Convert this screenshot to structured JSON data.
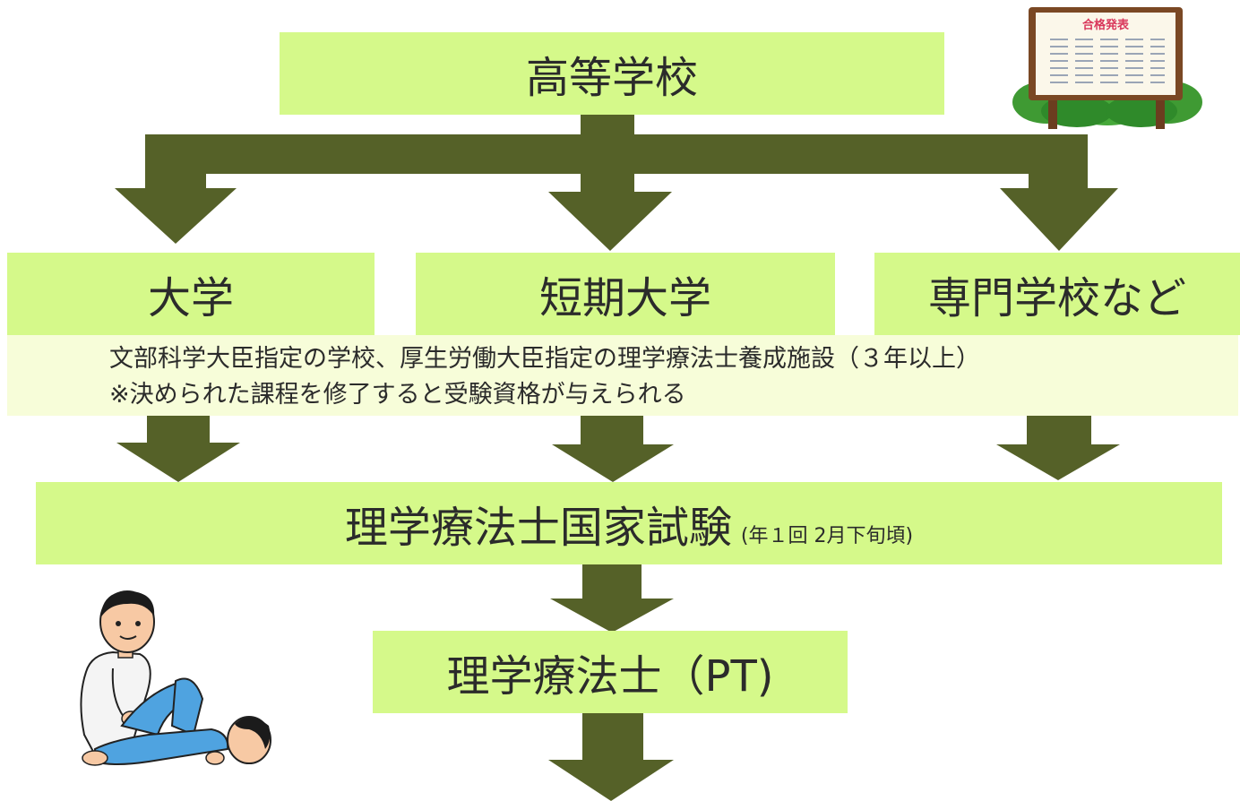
{
  "colors": {
    "box_fill": "#d5f98a",
    "note_fill": "#f7fdd9",
    "arrow": "#556128",
    "text": "#2b2b2b"
  },
  "boxes": {
    "high_school": "高等学校",
    "university": "大学",
    "junior_college": "短期大学",
    "vocational_school": "専門学校など",
    "national_exam": "理学療法士国家試験",
    "national_exam_note": "(年１回 2月下旬頃)",
    "physical_therapist": "理学療法士（PT)"
  },
  "note": {
    "line1": "文部科学大臣指定の学校、厚生労働大臣指定の理学療法士養成施設（３年以上）",
    "line2": "※決められた課程を修了すると受験資格が与えられる"
  },
  "signboard": {
    "title": "合格発表"
  },
  "icons": [
    "results-signboard-icon",
    "therapist-illustration-icon"
  ]
}
